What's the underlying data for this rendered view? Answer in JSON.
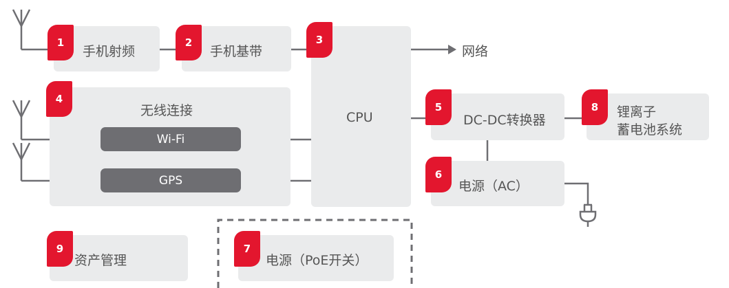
{
  "blocks": {
    "rf": {
      "number": "1",
      "label": "手机射频"
    },
    "baseband": {
      "number": "2",
      "label": "手机基带"
    },
    "cpu": {
      "number": "3",
      "label": "CPU"
    },
    "wireless": {
      "number": "4",
      "label": "无线连接",
      "wifi": "Wi-Fi",
      "gps": "GPS"
    },
    "dcdc": {
      "number": "5",
      "label": "DC-DC转换器"
    },
    "power_ac": {
      "number": "6",
      "label": "电源（AC）"
    },
    "power_poe": {
      "number": "7",
      "label": "电源（PoE开关）"
    },
    "battery": {
      "number": "8",
      "label_line1": "锂离子",
      "label_line2": "蓄电池系统"
    },
    "asset": {
      "number": "9",
      "label": "资产管理"
    }
  },
  "network_label": "网络",
  "colors": {
    "badge": "#e3162e",
    "box": "#eaebec",
    "pill": "#6e6e72",
    "wire": "#6e6e72"
  }
}
